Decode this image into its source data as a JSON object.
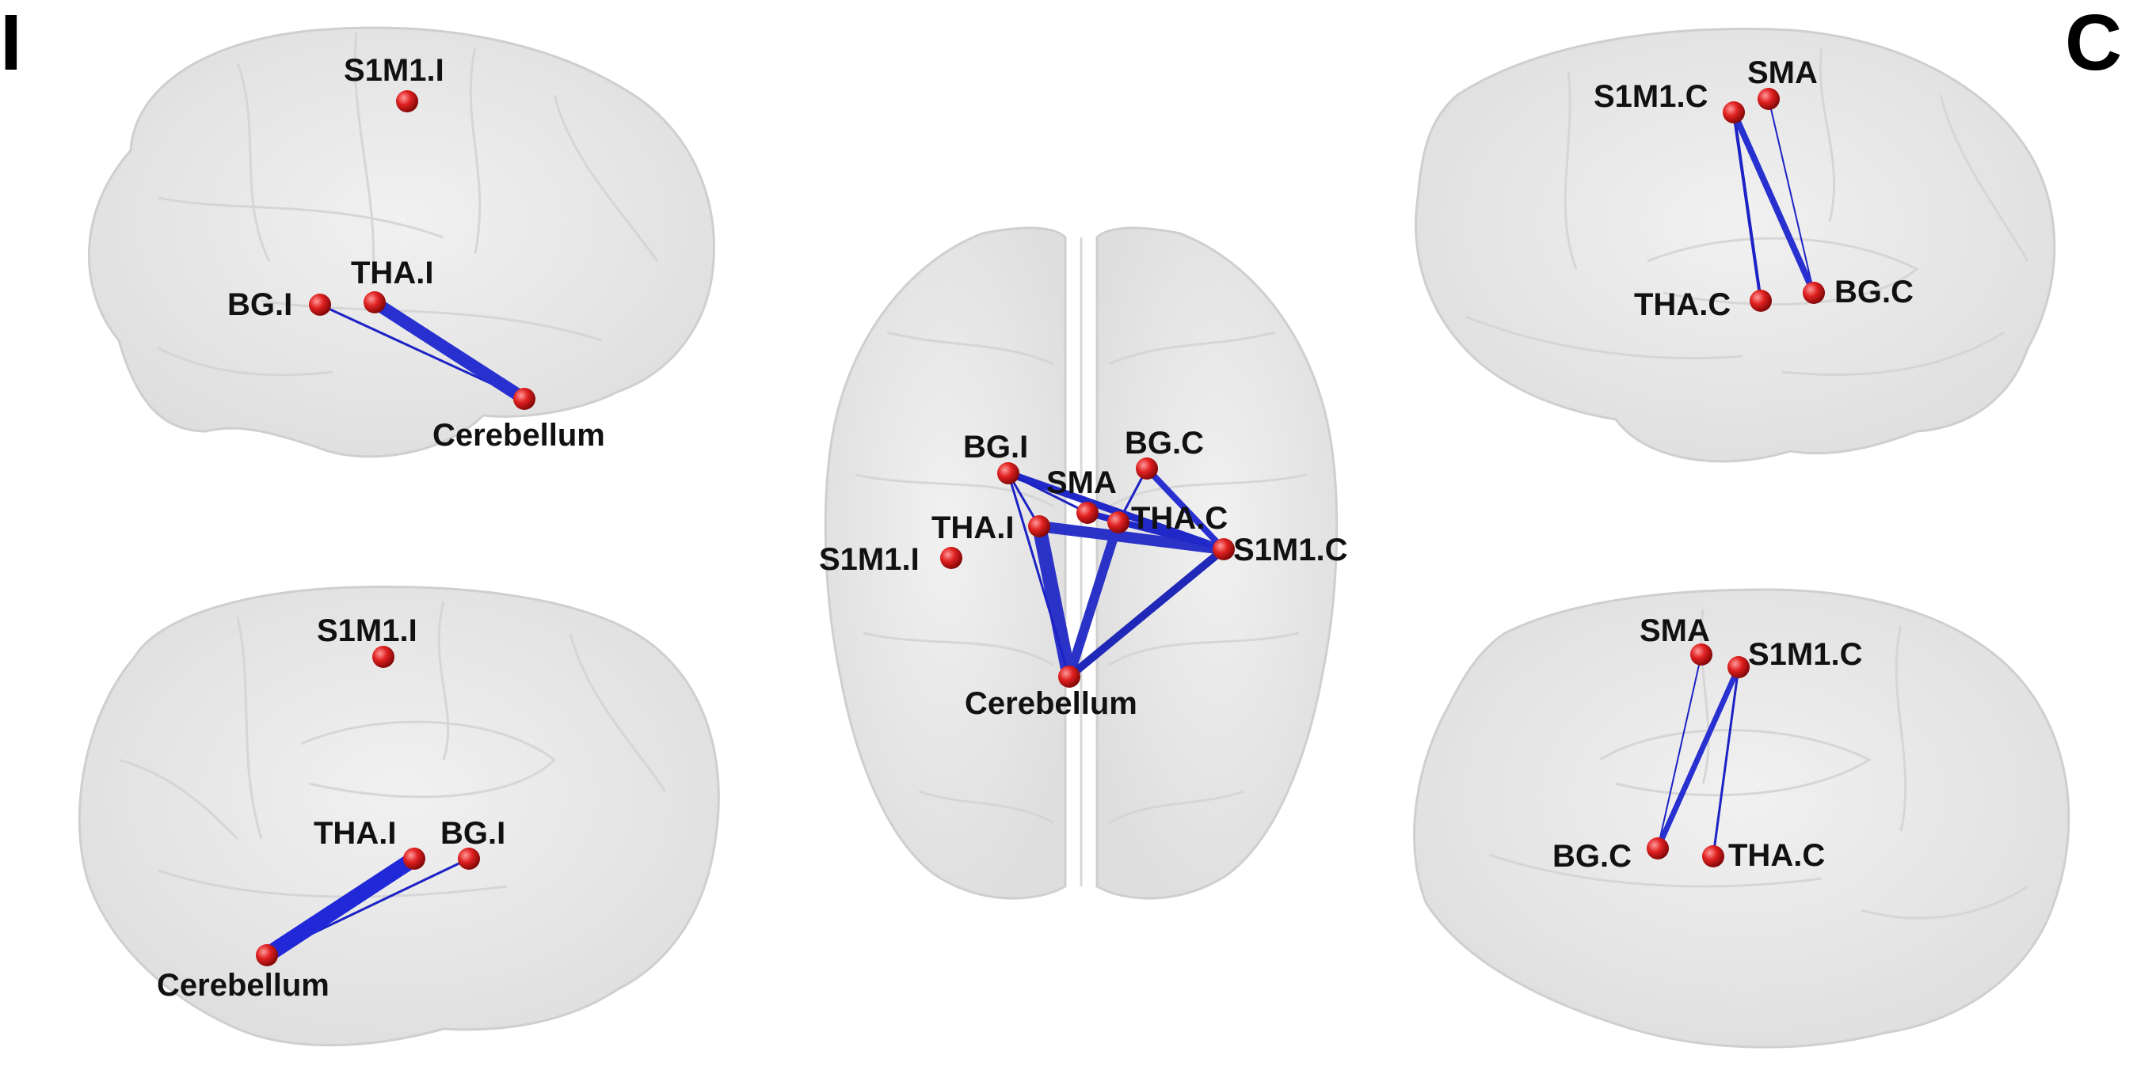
{
  "side_labels": {
    "left": "I",
    "right": "C"
  },
  "colors": {
    "brain_fill": "#e6e6e6",
    "brain_stroke": "#cfcfcf",
    "node": "#d41c1c",
    "edge": "#1c22c4",
    "label": "#111111"
  },
  "panels": {
    "left_lateral": {
      "nodes": {
        "s1m1": "S1M1.I",
        "bg": "BG.I",
        "tha": "THA.I",
        "cerebellum": "Cerebellum"
      }
    },
    "left_medial": {
      "nodes": {
        "s1m1": "S1M1.I",
        "tha": "THA.I",
        "bg": "BG.I",
        "cerebellum": "Cerebellum"
      }
    },
    "axial": {
      "nodes": {
        "bgi": "BG.I",
        "bgc": "BG.C",
        "sma": "SMA",
        "thai": "THA.I",
        "thac": "THA.C",
        "s1m1i": "S1M1.I",
        "s1m1c": "S1M1.C",
        "cerebellum": "Cerebellum"
      }
    },
    "right_lateral": {
      "nodes": {
        "s1m1": "S1M1.C",
        "sma": "SMA",
        "tha": "THA.C",
        "bg": "BG.C"
      }
    },
    "right_medial": {
      "nodes": {
        "sma": "SMA",
        "s1m1": "S1M1.C",
        "bg": "BG.C",
        "tha": "THA.C"
      }
    }
  }
}
